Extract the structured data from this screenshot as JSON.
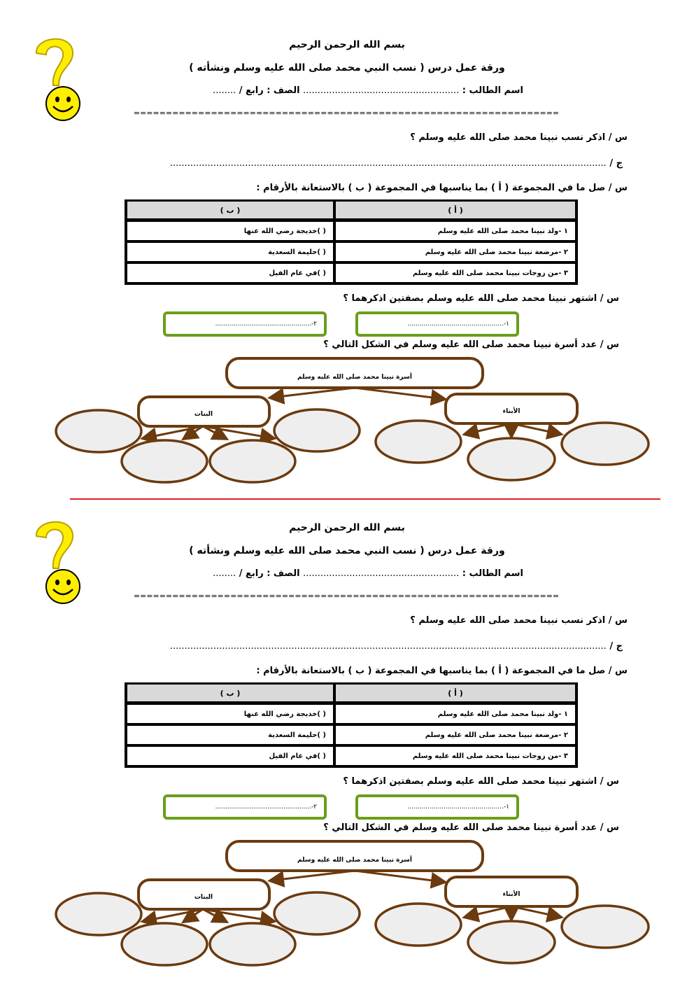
{
  "worksheet": {
    "basmala": "بسم الله الرحمن الرحيم",
    "title": "ورقة عمل درس ( نسب النبي محمد صلى الله عليه وسلم ونشأته   )",
    "student_name_label": "اسم الطالب :",
    "name_dots": "......................................................",
    "class_label": "الصف : رابع /",
    "class_dots": "........",
    "separator": "==================================================================",
    "q1": "س / اذكر نسب نبينا محمد صلى الله عليه وسلم ؟",
    "a1_label": "ج /",
    "a1_dots": ".......................................................................................................................................................",
    "q2": "س / صل ما في المجموعة ( أ ) بما يناسبها في المجموعة ( ب ) بالاستعانة بالأرقام :",
    "table": {
      "header_a": "( أ )",
      "header_b": "( ب )",
      "rows": [
        {
          "a": "١  -ولد نبينا محمد صلى الله عليه وسلم",
          "b": "(      )خديجة رضي الله عنها"
        },
        {
          "a": "٢  -مرضعة نبينا محمد صلى الله عليه وسلم",
          "b": "(      )حليمة السعدية"
        },
        {
          "a": "٣  -من زوجات نبينا محمد صلى الله عليه وسلم",
          "b": "(      )في عام الفيل"
        }
      ]
    },
    "q3": "س / اشتهر نبينا محمد صلى الله عليه وسلم بصفتين اذكرهما  ؟",
    "trait1": "١-................................................",
    "trait2": "٢-................................................",
    "q4": "س / عدد أسرة نبينا محمد صلى الله عليه وسلم في الشكل التالي ؟",
    "family_root": "أسرة نبينا محمد صلى الله عليه وسلم",
    "daughters": "البنات",
    "sons": "الأبناء"
  },
  "colors": {
    "green_box": "#6a9e1a",
    "diagram_brown": "#6b3a0e",
    "separator_red": "#e02020",
    "smiley_yellow": "#ffee00"
  }
}
